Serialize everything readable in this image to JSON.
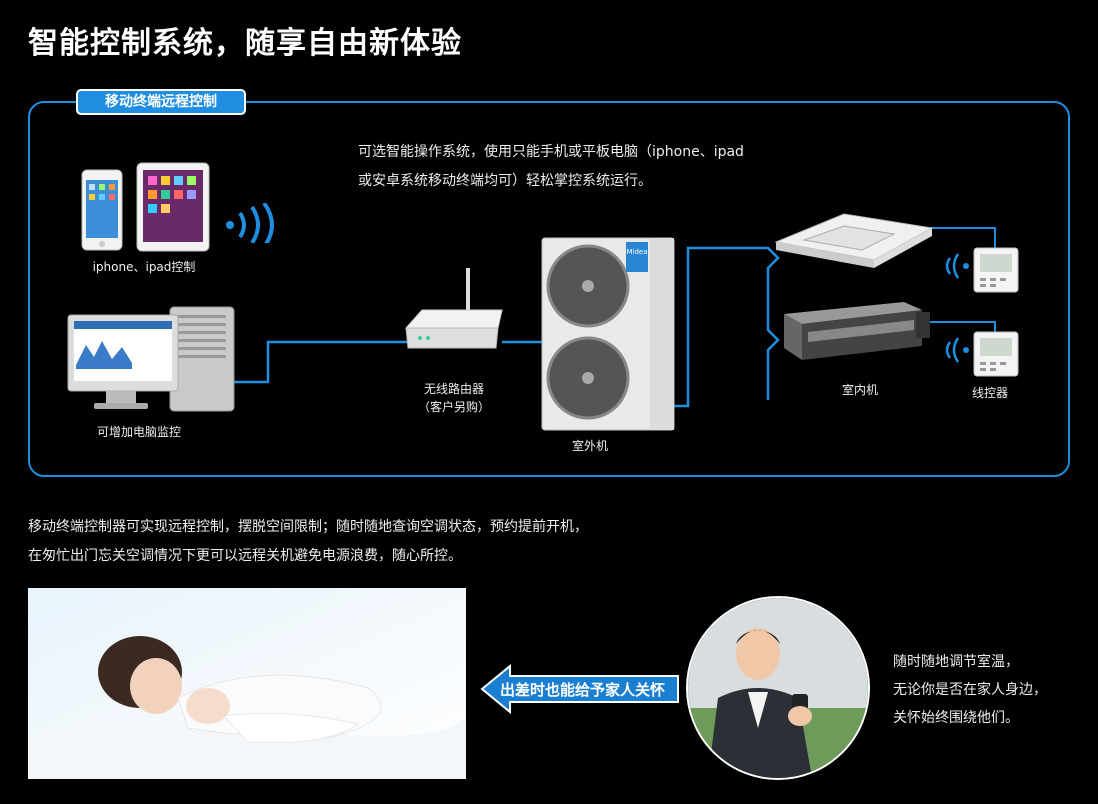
{
  "title": "智能控制系统，随享自由新体验",
  "section_tag": "移动终端远程控制",
  "description": {
    "line1": "可选智能操作系统，使用只能手机或平板电脑（iphone、ipad",
    "line2": "或安卓系统移动终端均可）轻松掌控系统运行。"
  },
  "labels": {
    "mobile": "iphone、ipad控制",
    "pc": "可增加电脑监控",
    "router": "无线路由器",
    "router_note": "（客户另购）",
    "outdoor": "室外机",
    "indoor": "室内机",
    "controller": "线控器"
  },
  "body_text": {
    "line1": "移动终端控制器可实现远程控制，摆脱空间限制；随时随地查询空调状态，预约提前开机，",
    "line2": "在匆忙出门忘关空调情况下更可以远程关机避免电源浪费，随心所控。"
  },
  "arrow_label": "出差时也能给予家人关怀",
  "side_text": {
    "line1": "随时随地调节室温，",
    "line2": "无论你是否在家人身边，",
    "line3": "关怀始终围绕他们。"
  },
  "colors": {
    "accent": "#1e8fe0",
    "background": "#000000"
  },
  "icons": [
    "wifi-signal-icon",
    "smartphone-icon",
    "tablet-icon",
    "desktop-computer-icon",
    "router-icon",
    "outdoor-unit-icon",
    "indoor-cassette-icon",
    "indoor-duct-icon",
    "wired-controller-icon"
  ]
}
